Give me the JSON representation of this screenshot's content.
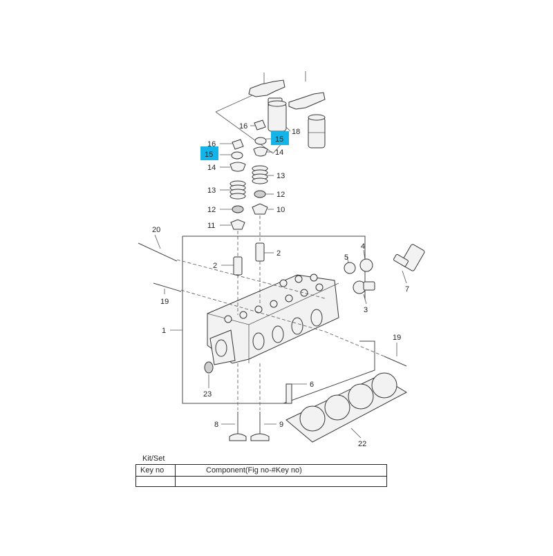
{
  "callouts": [
    {
      "id": "c20",
      "label": "20"
    },
    {
      "id": "c19a",
      "label": "19"
    },
    {
      "id": "c1",
      "label": "1"
    },
    {
      "id": "c2a",
      "label": "2"
    },
    {
      "id": "c2b",
      "label": "2"
    },
    {
      "id": "c11",
      "label": "11"
    },
    {
      "id": "c12a",
      "label": "12"
    },
    {
      "id": "c13a",
      "label": "13"
    },
    {
      "id": "c14a",
      "label": "14"
    },
    {
      "id": "c15a",
      "label": "15",
      "highlight": true
    },
    {
      "id": "c16a",
      "label": "16"
    },
    {
      "id": "c16b",
      "label": "16"
    },
    {
      "id": "c15b",
      "label": "15",
      "highlight": true
    },
    {
      "id": "c14b",
      "label": "14"
    },
    {
      "id": "c13b",
      "label": "13"
    },
    {
      "id": "c12b",
      "label": "12"
    },
    {
      "id": "c10",
      "label": "10"
    },
    {
      "id": "c18",
      "label": "18"
    },
    {
      "id": "c5",
      "label": "5"
    },
    {
      "id": "c4",
      "label": "4"
    },
    {
      "id": "c3",
      "label": "3"
    },
    {
      "id": "c7",
      "label": "7"
    },
    {
      "id": "c19b",
      "label": "19"
    },
    {
      "id": "c6",
      "label": "6"
    },
    {
      "id": "c23",
      "label": "23"
    },
    {
      "id": "c8",
      "label": "8"
    },
    {
      "id": "c9",
      "label": "9"
    },
    {
      "id": "c22",
      "label": "22"
    }
  ],
  "highlight_color": "#15b4e8",
  "table": {
    "title": "Kit/Set",
    "col_key": "Key no",
    "col_component": "Component(Fig no-#Key no)"
  }
}
